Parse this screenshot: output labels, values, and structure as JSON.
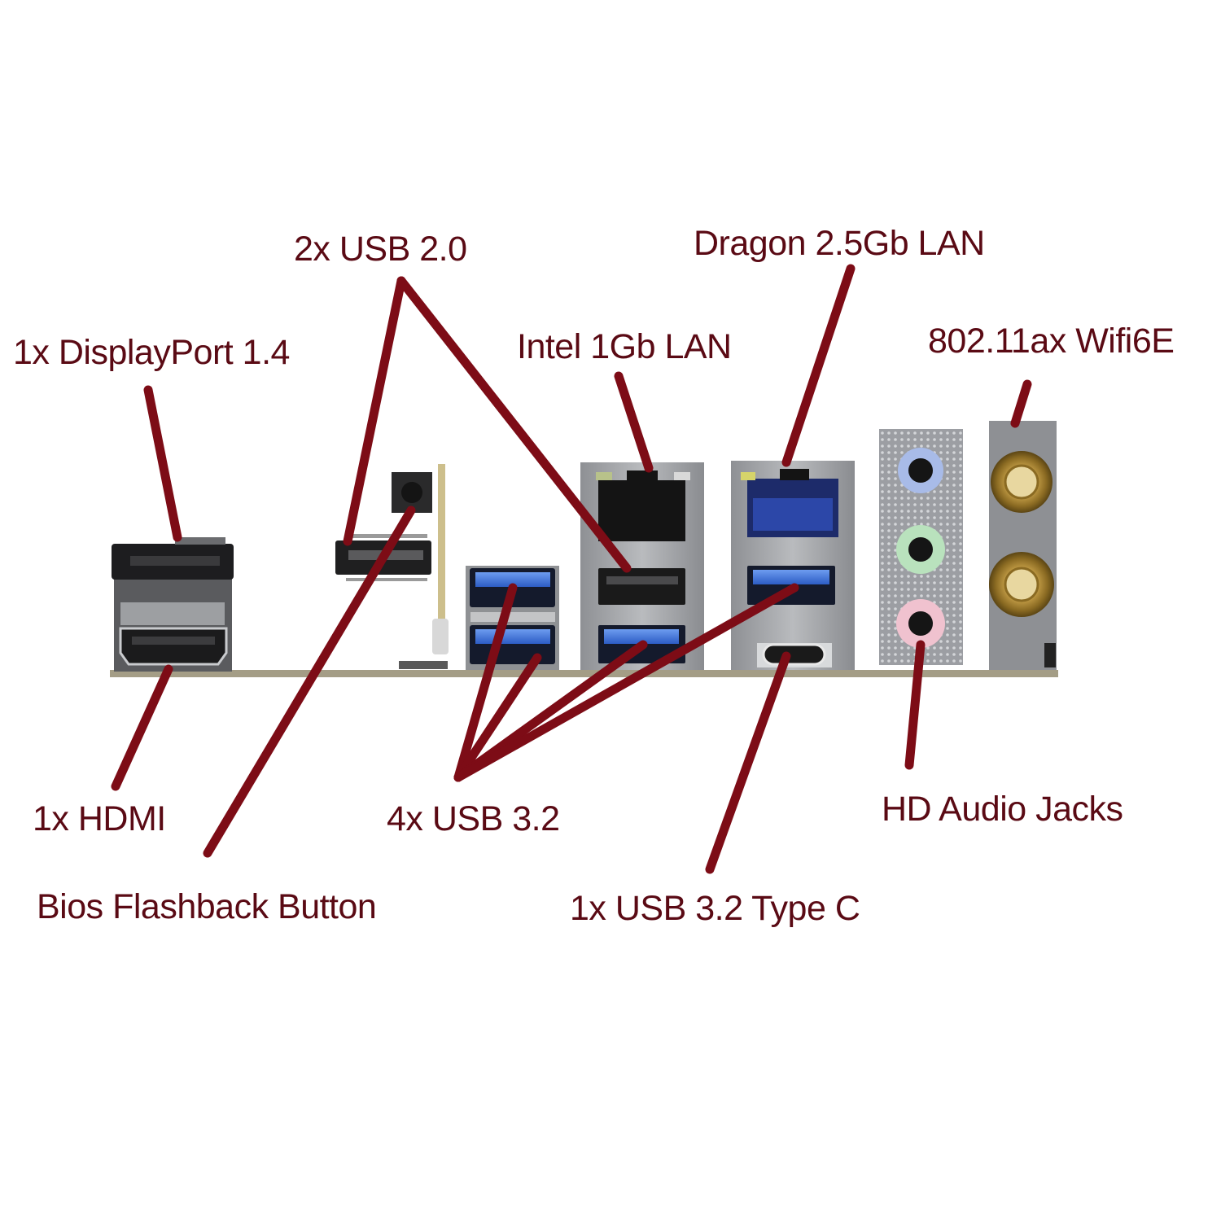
{
  "diagram": {
    "title": "Motherboard rear I/O panel",
    "colors": {
      "label_text": "#5a0a14",
      "leader_line": "#7d0c16",
      "panel_metal": "#a7a9ad",
      "panel_dark": "#2a2a2c",
      "usb3_blue": "#3a6fd0",
      "usb2_black": "#222222",
      "lan_blue": "#2c4fb4",
      "audio_blue": "#9fb4e6",
      "audio_green": "#b4e0b8",
      "audio_pink": "#efbccb",
      "antenna_gold": "#c9a24a"
    },
    "labels": [
      {
        "id": "displayport",
        "text": "1x DisplayPort 1.4"
      },
      {
        "id": "usb2",
        "text": "2x USB 2.0"
      },
      {
        "id": "intel-lan",
        "text": "Intel 1Gb LAN"
      },
      {
        "id": "dragon-lan",
        "text": "Dragon 2.5Gb LAN"
      },
      {
        "id": "wifi",
        "text": "802.11ax Wifi6E"
      },
      {
        "id": "hdmi",
        "text": "1x HDMI"
      },
      {
        "id": "bios-flashback",
        "text": "Bios Flashback Button"
      },
      {
        "id": "usb32",
        "text": "4x USB 3.2"
      },
      {
        "id": "usb32-typec",
        "text": "1x USB 3.2 Type C"
      },
      {
        "id": "audio",
        "text": "HD Audio Jacks"
      }
    ],
    "components": [
      {
        "id": "displayport-port",
        "name": "DisplayPort 1.4",
        "count": 1
      },
      {
        "id": "hdmi-port",
        "name": "HDMI",
        "count": 1
      },
      {
        "id": "bios-flashback-button",
        "name": "BIOS Flashback button",
        "count": 1
      },
      {
        "id": "usb2-ports",
        "name": "USB 2.0",
        "count": 2
      },
      {
        "id": "usb32-ports",
        "name": "USB 3.2",
        "count": 4
      },
      {
        "id": "intel-lan-port",
        "name": "Intel 1Gb LAN",
        "count": 1
      },
      {
        "id": "dragon-lan-port",
        "name": "Dragon 2.5Gb LAN",
        "count": 1
      },
      {
        "id": "usb-typec-port",
        "name": "USB 3.2 Type C",
        "count": 1
      },
      {
        "id": "audio-jacks",
        "name": "HD Audio jacks",
        "count": 3
      },
      {
        "id": "wifi-antenna-connectors",
        "name": "802.11ax Wifi6E antenna connectors",
        "count": 2
      }
    ]
  }
}
